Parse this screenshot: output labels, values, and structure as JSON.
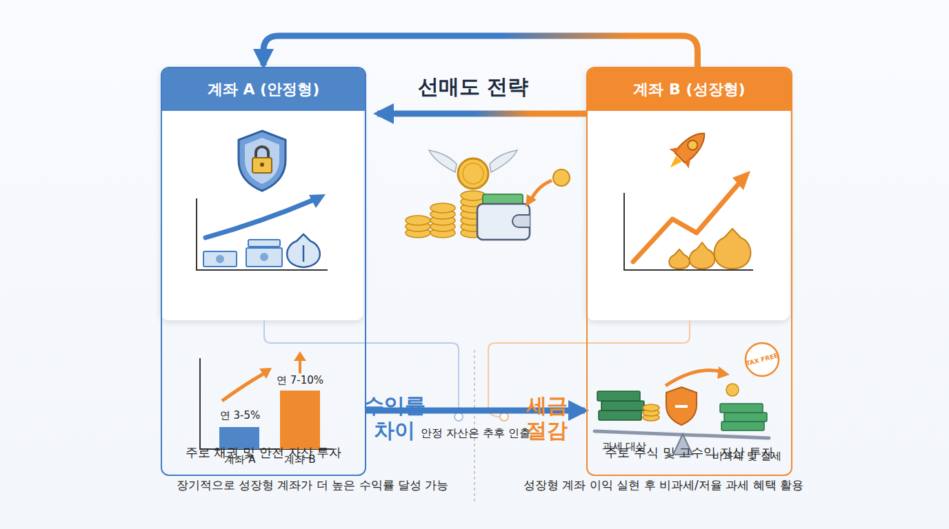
{
  "diagram": {
    "title": "선매도 전략",
    "nodes": [
      {
        "text": [
          "계좌 A (안정형)",
          "주로 채권 및 안전 자산 투자"
        ]
      },
      {
        "text": [
          "계좌 B (성장형)",
          "주로 주식 및 고수익 자산 투자"
        ]
      }
    ],
    "edges": [
      {
        "from": 0,
        "to": 1,
        "label": "안정 자산은 추후 인출",
        "arrow": "to"
      },
      {
        "from": 1,
        "to": 0,
        "arrow": "to"
      },
      {
        "from": 1,
        "to": 0,
        "arrow": "to"
      }
    ],
    "labels": [
      "연 3-5%",
      "연 7-10%",
      "계좌 A",
      "계좌 B",
      "수익률 차이",
      "장기적으로 성장형 계좌가 더 높은 수익률 달성 가능",
      "세금 절감",
      "과세 대상",
      "비과세 및 절세",
      "TAX FREE",
      "성장형 계좌 이익 실현 후 비과세/저율 과세 혜택 활용"
    ]
  }
}
